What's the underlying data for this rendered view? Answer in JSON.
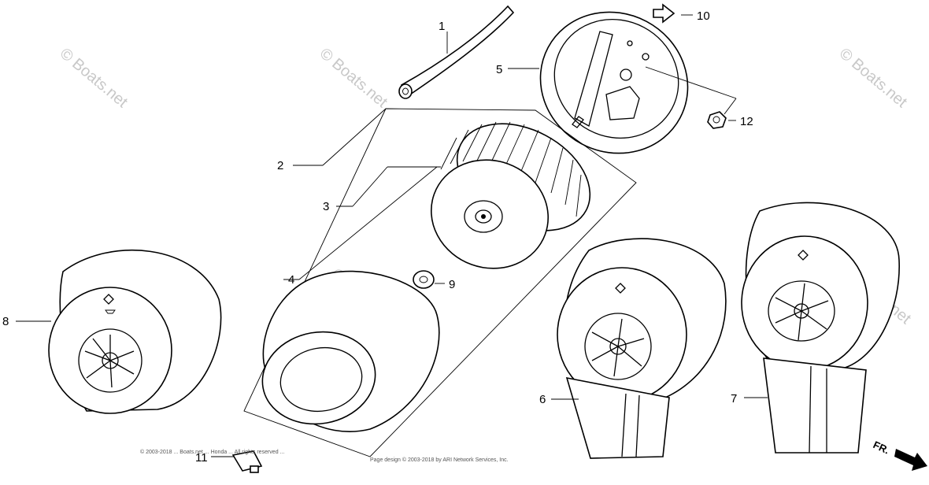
{
  "watermark": "© Boats.net",
  "copyright": {
    "line1": "© 2003-2018 ... Boats.net ... Honda ... All rights reserved ...",
    "line2": "Page design © 2003-2018 by ARI Network Services, Inc."
  },
  "direction_marker": "FR.",
  "callouts": {
    "c1": "1",
    "c2": "2",
    "c3": "3",
    "c4": "4",
    "c5": "5",
    "c6": "6",
    "c7": "7",
    "c8": "8",
    "c9": "9",
    "c10": "10",
    "c11": "11",
    "c12": "12"
  }
}
